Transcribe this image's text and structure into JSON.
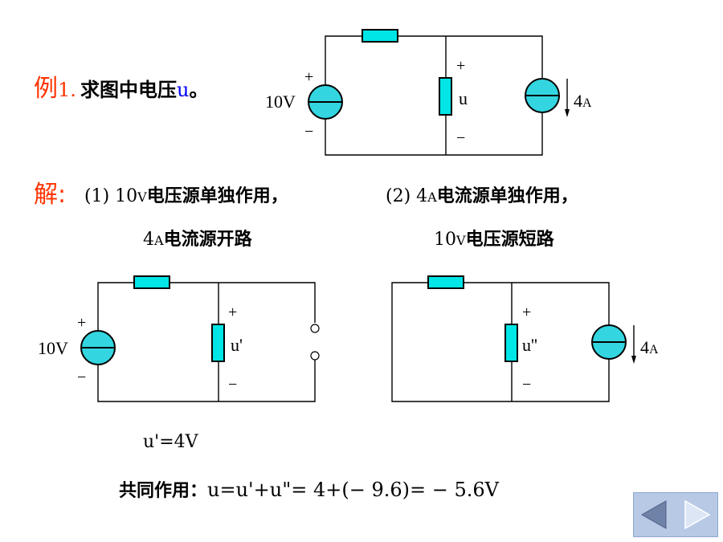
{
  "example": {
    "prefix": "例",
    "number": "1.",
    "question": "求图中电压",
    "var": "u",
    "end": "。"
  },
  "solution": {
    "label": "解:",
    "case1_index": "(1) 10",
    "case1_unit": "V",
    "case1_text": "电压源单独作用，",
    "case1_sub_value": "4",
    "case1_sub_unit": "A",
    "case1_sub_text": "电流源开路",
    "case2_index": "(2) 4",
    "case2_unit": "A",
    "case2_text": "电流源单独作用，",
    "case2_sub_value": "10",
    "case2_sub_unit": "V",
    "case2_sub_text": "电压源短路"
  },
  "circuit_main": {
    "source_label": "10V",
    "plus": "+",
    "minus": "−",
    "var": "u",
    "current_value": "4",
    "current_unit": "A"
  },
  "circuit_a": {
    "source_label": "10V",
    "plus": "+",
    "minus": "−",
    "var": "u'"
  },
  "circuit_b": {
    "plus": "+",
    "minus": "−",
    "var": "u''",
    "current_value": "4",
    "current_unit": "A"
  },
  "result_a": "u'=4V",
  "combined": {
    "label": "共同作用：",
    "equation": "u=u'+u\"= 4+(− 9.6)= − 5.6V"
  },
  "nav": {
    "prev_icon": "prev-arrow-icon",
    "next_icon": "next-arrow-icon"
  }
}
